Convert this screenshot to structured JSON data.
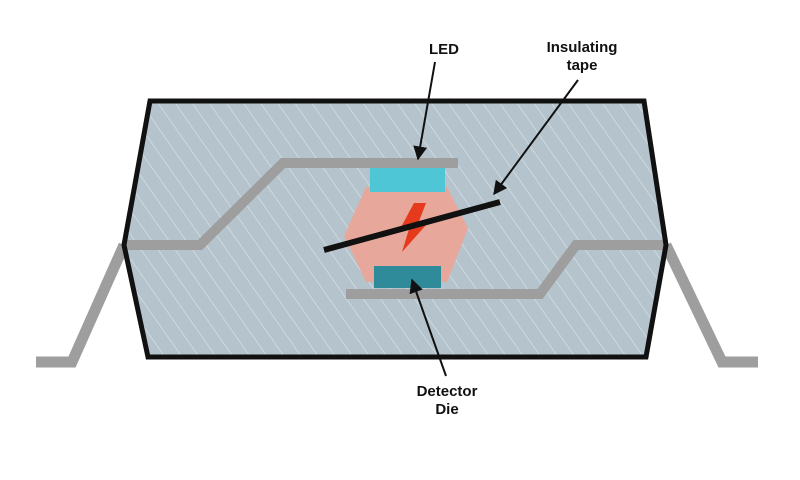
{
  "labels": {
    "led": "LED",
    "insulating_tape_line1": "Insulating",
    "insulating_tape_line2": "tape",
    "detector_line1": "Detector",
    "detector_line2": "Die"
  },
  "colors": {
    "package_fill": "#b5c4cc",
    "package_outline": "#111111",
    "lead_frame": "#9e9e9e",
    "led": "#4ec6d6",
    "encapsulant": "#e8a79b",
    "detector_die": "#2f8a99",
    "spark": "#e53a1c",
    "tape": "#111111"
  }
}
